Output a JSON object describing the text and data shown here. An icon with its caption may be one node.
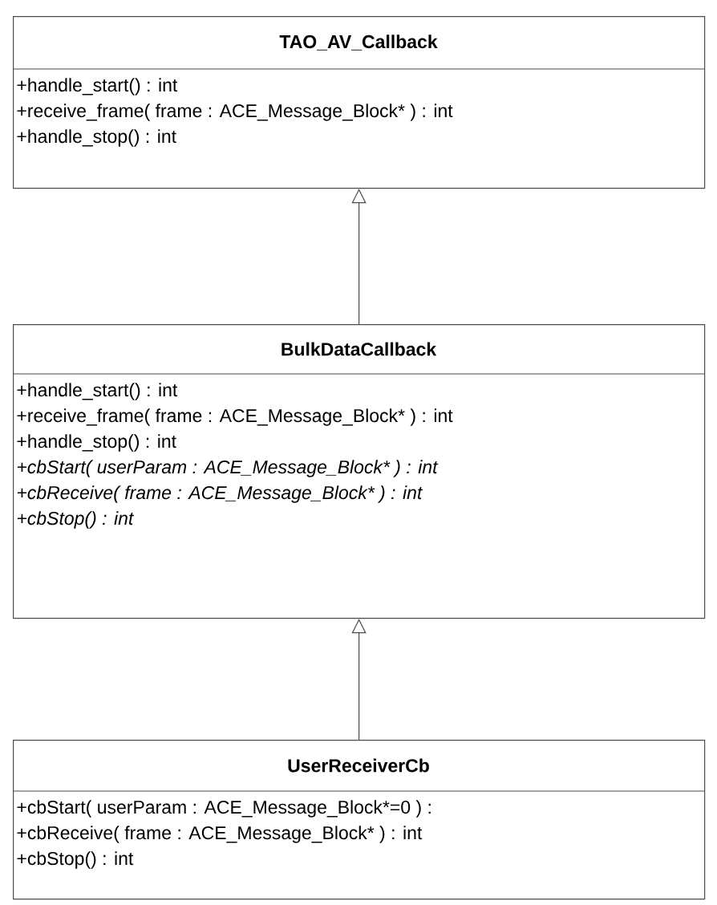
{
  "diagram": {
    "nodes": [
      {
        "text": [
          "TAO_AV_Callback",
          "+handle_start() : int",
          "+receive_frame( frame : ACE_Message_Block* ) : int",
          "+handle_stop() : int"
        ]
      },
      {
        "text": [
          "BulkDataCallback",
          "+handle_start() : int",
          "+receive_frame( frame : ACE_Message_Block* ) : int",
          "+handle_stop() : int",
          "+cbStart( userParam : ACE_Message_Block* ) : int",
          "+cbReceive( frame : ACE_Message_Block* ) : int",
          "+cbStop() : int"
        ]
      },
      {
        "text": [
          "UserReceiverCb",
          "+cbStart( userParam : ACE_Message_Block*=0 ) :",
          "+cbReceive( frame : ACE_Message_Block* ) : int",
          "+cbStop() : int"
        ]
      }
    ],
    "edges": [
      {
        "from": 1,
        "to": 0,
        "arrow": "to"
      },
      {
        "from": 2,
        "to": 1,
        "arrow": "to"
      }
    ]
  }
}
